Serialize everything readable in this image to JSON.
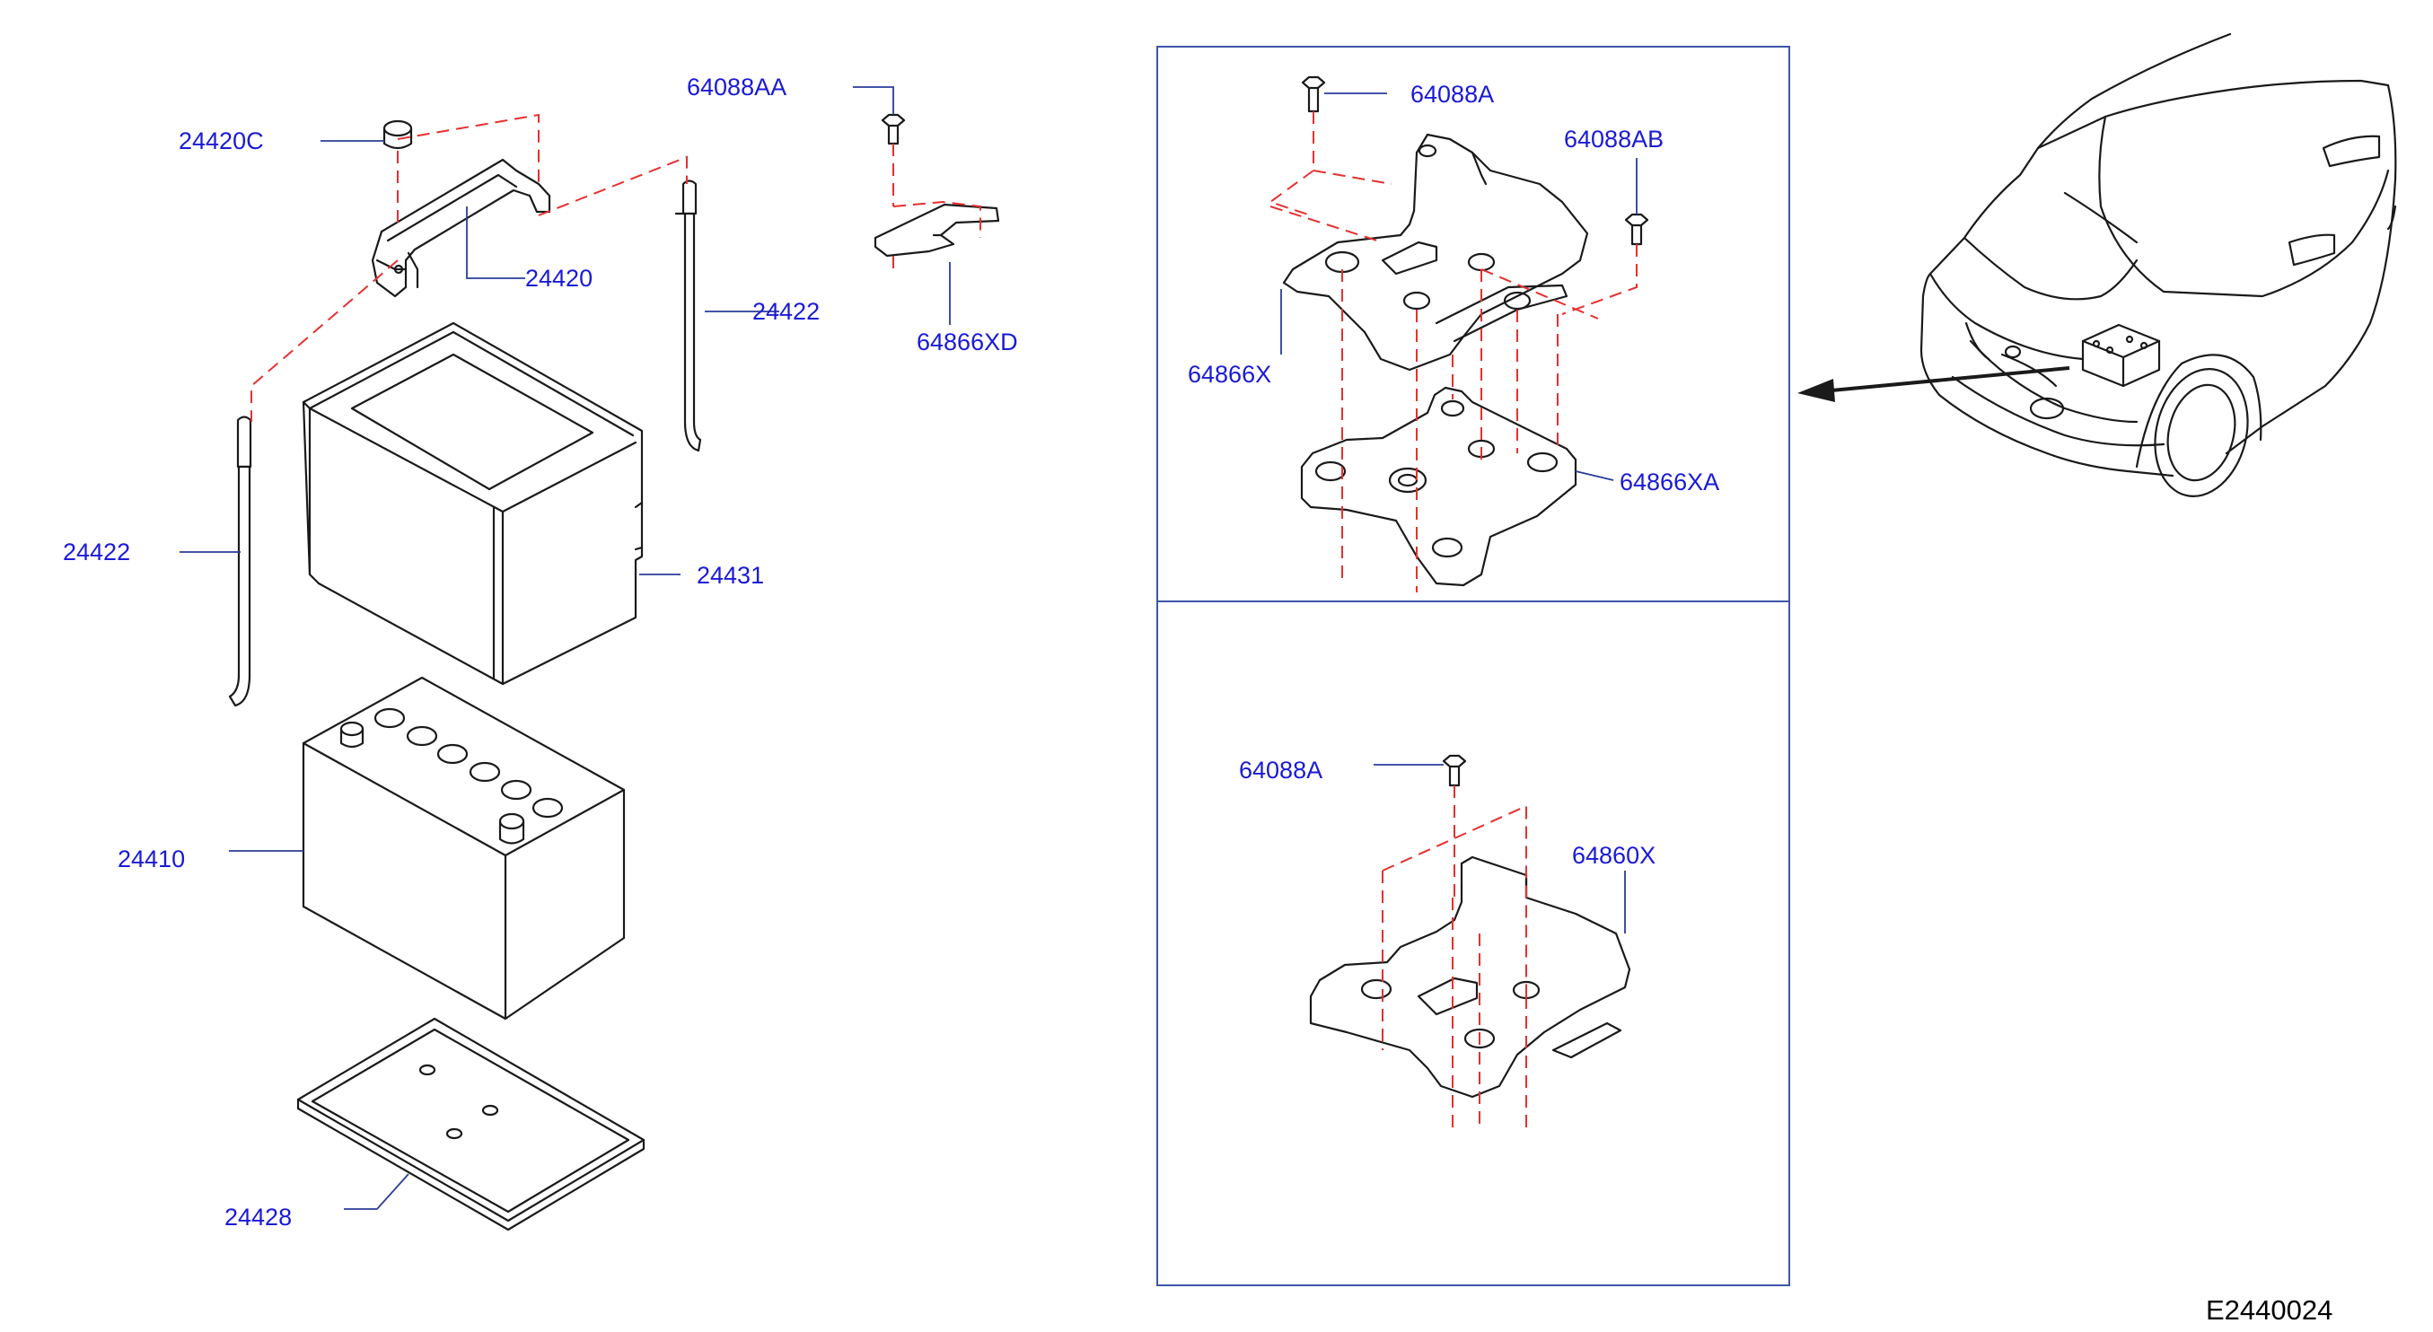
{
  "diagram_code": "E2440024",
  "labels": {
    "c24420C": "24420C",
    "c24420": "24420",
    "c24422_right": "24422",
    "c24422_left": "24422",
    "c24431": "24431",
    "c24410": "24410",
    "c24428": "24428",
    "c64088AA": "64088AA",
    "c64866XD": "64866XD",
    "c64088A_top": "64088A",
    "c64088AB": "64088AB",
    "c64866X": "64866X",
    "c64866XA": "64866XA",
    "c64088A_bottom": "64088A",
    "c64860X": "64860X"
  },
  "colors": {
    "label": "#1a1ad6",
    "leader": "#2a3c9a",
    "dashed_guide": "#e53030",
    "frame": "#3d55a8",
    "outline": "#1a1a1a"
  }
}
